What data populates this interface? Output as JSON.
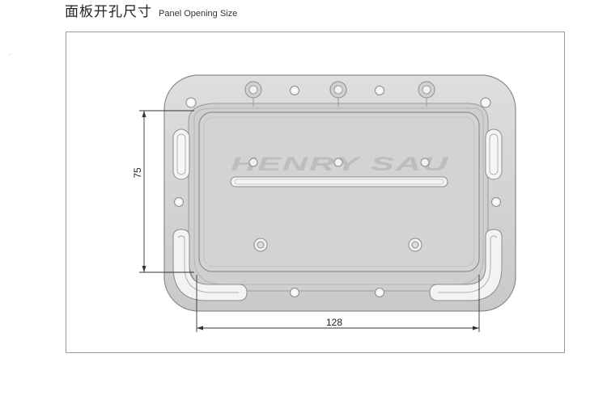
{
  "header": {
    "title_cn": "面板开孔尺寸",
    "title_en": "Panel Opening Size"
  },
  "dimensions": {
    "height_label": "75",
    "width_label": "128"
  },
  "product": {
    "brand_text": "HENRY SAU"
  },
  "colors": {
    "plate_fill": "#d6d6d6",
    "plate_stroke": "#8c8c8c",
    "dimension_line": "#333333",
    "frame_border": "#9a9a9a"
  }
}
